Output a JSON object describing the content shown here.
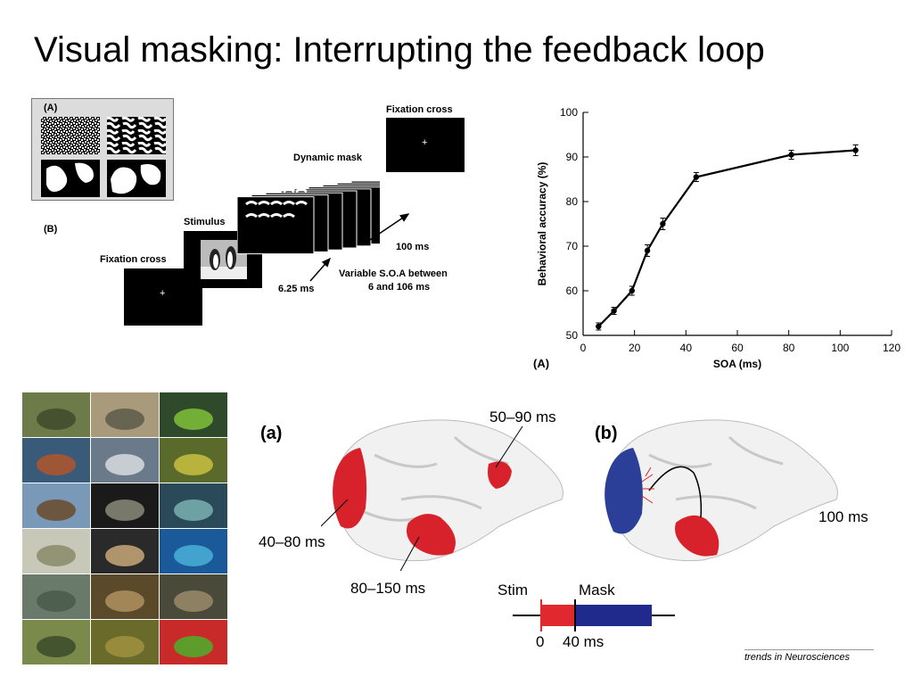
{
  "title": "Visual masking:  Interrupting the feedback loop",
  "paradigm": {
    "panel_a_label": "(A)",
    "panel_b_label": "(B)",
    "fixation_cross_first": "Fixation cross",
    "stimulus": "Stimulus",
    "dynamic_mask": "Dynamic mask",
    "fixation_cross_last": "Fixation cross",
    "stim_duration": "6.25 ms",
    "mask_duration": "100 ms",
    "soa_line1": "Variable S.O.A between",
    "soa_line2": "6 and 106 ms",
    "fixation_cross_mark": "+"
  },
  "chart_data": {
    "type": "line",
    "panel_label": "(A)",
    "xlabel": "SOA (ms)",
    "ylabel": "Behavioral accuracy (%)",
    "xlim": [
      0,
      120
    ],
    "ylim": [
      50,
      100
    ],
    "xticks": [
      0,
      20,
      40,
      60,
      80,
      100,
      120
    ],
    "yticks": [
      50,
      60,
      70,
      80,
      90,
      100
    ],
    "x": [
      6,
      12,
      19,
      25,
      31,
      44,
      81,
      106
    ],
    "y": [
      52,
      55.5,
      60,
      69,
      75,
      85.5,
      90.5,
      91.5
    ],
    "error": [
      0.8,
      0.8,
      1.0,
      1.3,
      1.3,
      1.0,
      1.0,
      1.2
    ],
    "grid": false
  },
  "brains": {
    "label_a": "(a)",
    "label_b": "(b)",
    "t_50_90": "50–90 ms",
    "t_40_80": "40–80 ms",
    "t_80_150": "80–150 ms",
    "t_100": "100 ms",
    "stim": "Stim",
    "mask": "Mask",
    "t0": "0",
    "t40": "40 ms",
    "credit": "trends in Neurosciences"
  },
  "colors": {
    "red_region": "#d8222b",
    "blue_region": "#2b3e98",
    "mask_bar": "#1f2a8c",
    "stim_bar": "#e0282e"
  }
}
